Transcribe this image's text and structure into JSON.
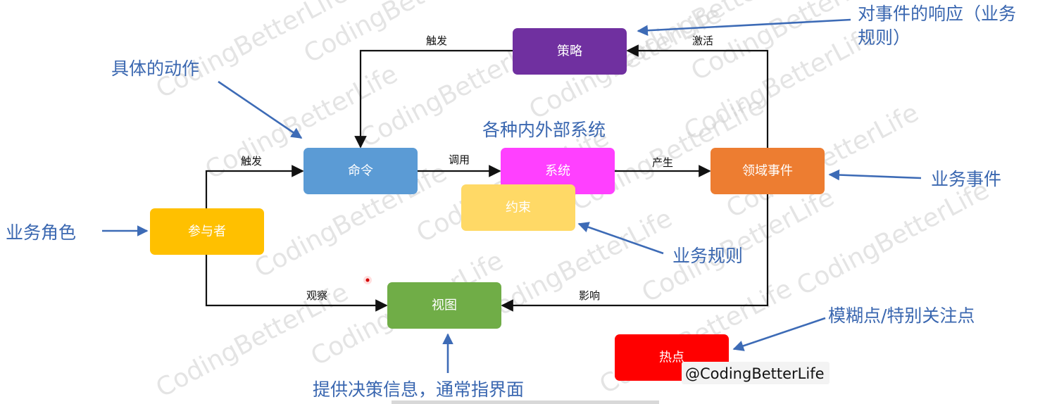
{
  "diagram": {
    "nodes": {
      "strategy": {
        "label": "策略",
        "color": "#7030a0"
      },
      "command": {
        "label": "命令",
        "color": "#5b9bd5"
      },
      "system": {
        "label": "系统",
        "color": "#ff40ff"
      },
      "constraint": {
        "label": "约束",
        "color": "#ffd966"
      },
      "domain_event": {
        "label": "领域事件",
        "color": "#ed7d31"
      },
      "actor": {
        "label": "参与者",
        "color": "#ffc000"
      },
      "view": {
        "label": "视图",
        "color": "#70ad47"
      },
      "hotspot": {
        "label": "热点",
        "color": "#ff0000"
      }
    },
    "edges": {
      "strategy_trigger": "触发",
      "activate": "激活",
      "actor_trigger": "触发",
      "invoke": "调用",
      "produce": "产生",
      "observe": "观察",
      "affect": "影响"
    },
    "annotations": {
      "strategy_response_line1": "对事件的响应（业务",
      "strategy_response_line2": "规则）",
      "concrete_action": "具体的动作",
      "external_systems": "各种内外部系统",
      "business_event": "业务事件",
      "business_role": "业务角色",
      "business_rule": "业务规则",
      "hotspot_desc": "模糊点/特别关注点",
      "view_desc": "提供决策信息，通常指界面"
    },
    "watermark": "CodingBetterLife",
    "handle": "@CodingBetterLife"
  }
}
